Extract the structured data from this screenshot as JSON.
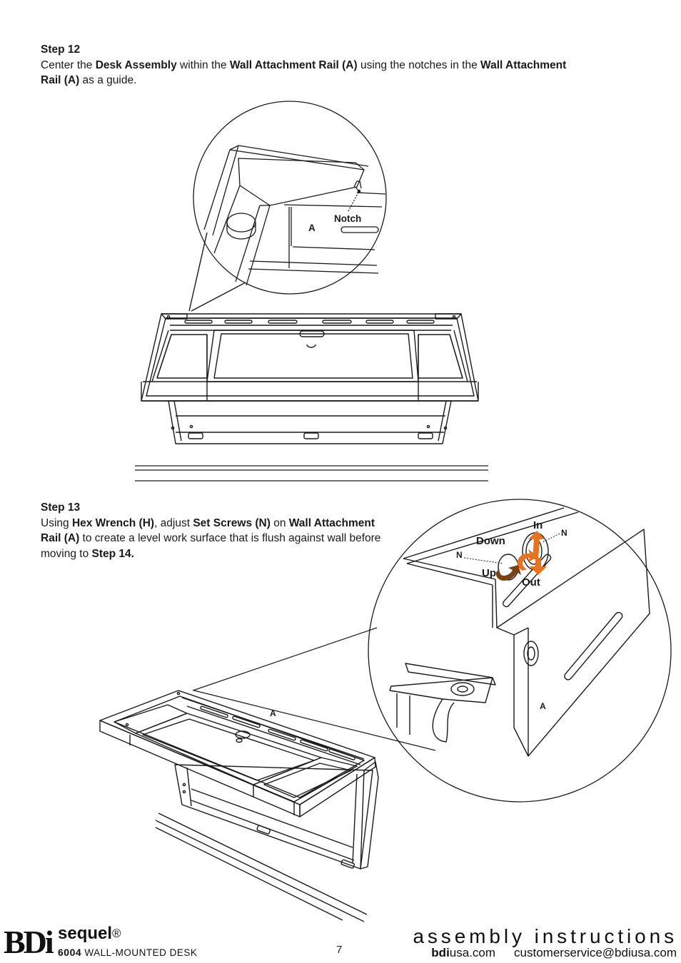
{
  "step12": {
    "heading": "Step 12",
    "t1": "Center the ",
    "b1": "Desk Assembly",
    "t2": " within the ",
    "b2": "Wall Attachment Rail (A)",
    "t3": " using the notches in the ",
    "b3": "Wall Attachment Rail (A)",
    "t4": " as a guide."
  },
  "step13": {
    "heading": "Step 13",
    "t1": "Using ",
    "b1": "Hex Wrench (H)",
    "t2": ", adjust ",
    "b2": "Set Screws (N)",
    "t3": " on ",
    "b3": "Wall Attachment Rail (A)",
    "t4": " to create a level work surface that is flush against wall before moving to ",
    "b4": "Step 14."
  },
  "figure1": {
    "callout_notch": "Notch",
    "callout_a": "A"
  },
  "figure2": {
    "label_in": "In",
    "label_down": "Down",
    "label_up": "Up",
    "label_out": "Out",
    "label_n1": "N",
    "label_n2": "N",
    "label_a_detail": "A",
    "label_a_desk": "A",
    "arrow_color": "#e8731f",
    "arrow_dark_color": "#7a4016"
  },
  "footer": {
    "brand": "BDi",
    "product": "sequel",
    "registered": "®",
    "model_number": "6004",
    "model_name": "WALL-MOUNTED DESK",
    "page_number": "7",
    "doc_title": "assembly instructions",
    "site_bold": "bdi",
    "site_rest": "usa.com",
    "email": "customerservice@bdiusa.com"
  }
}
